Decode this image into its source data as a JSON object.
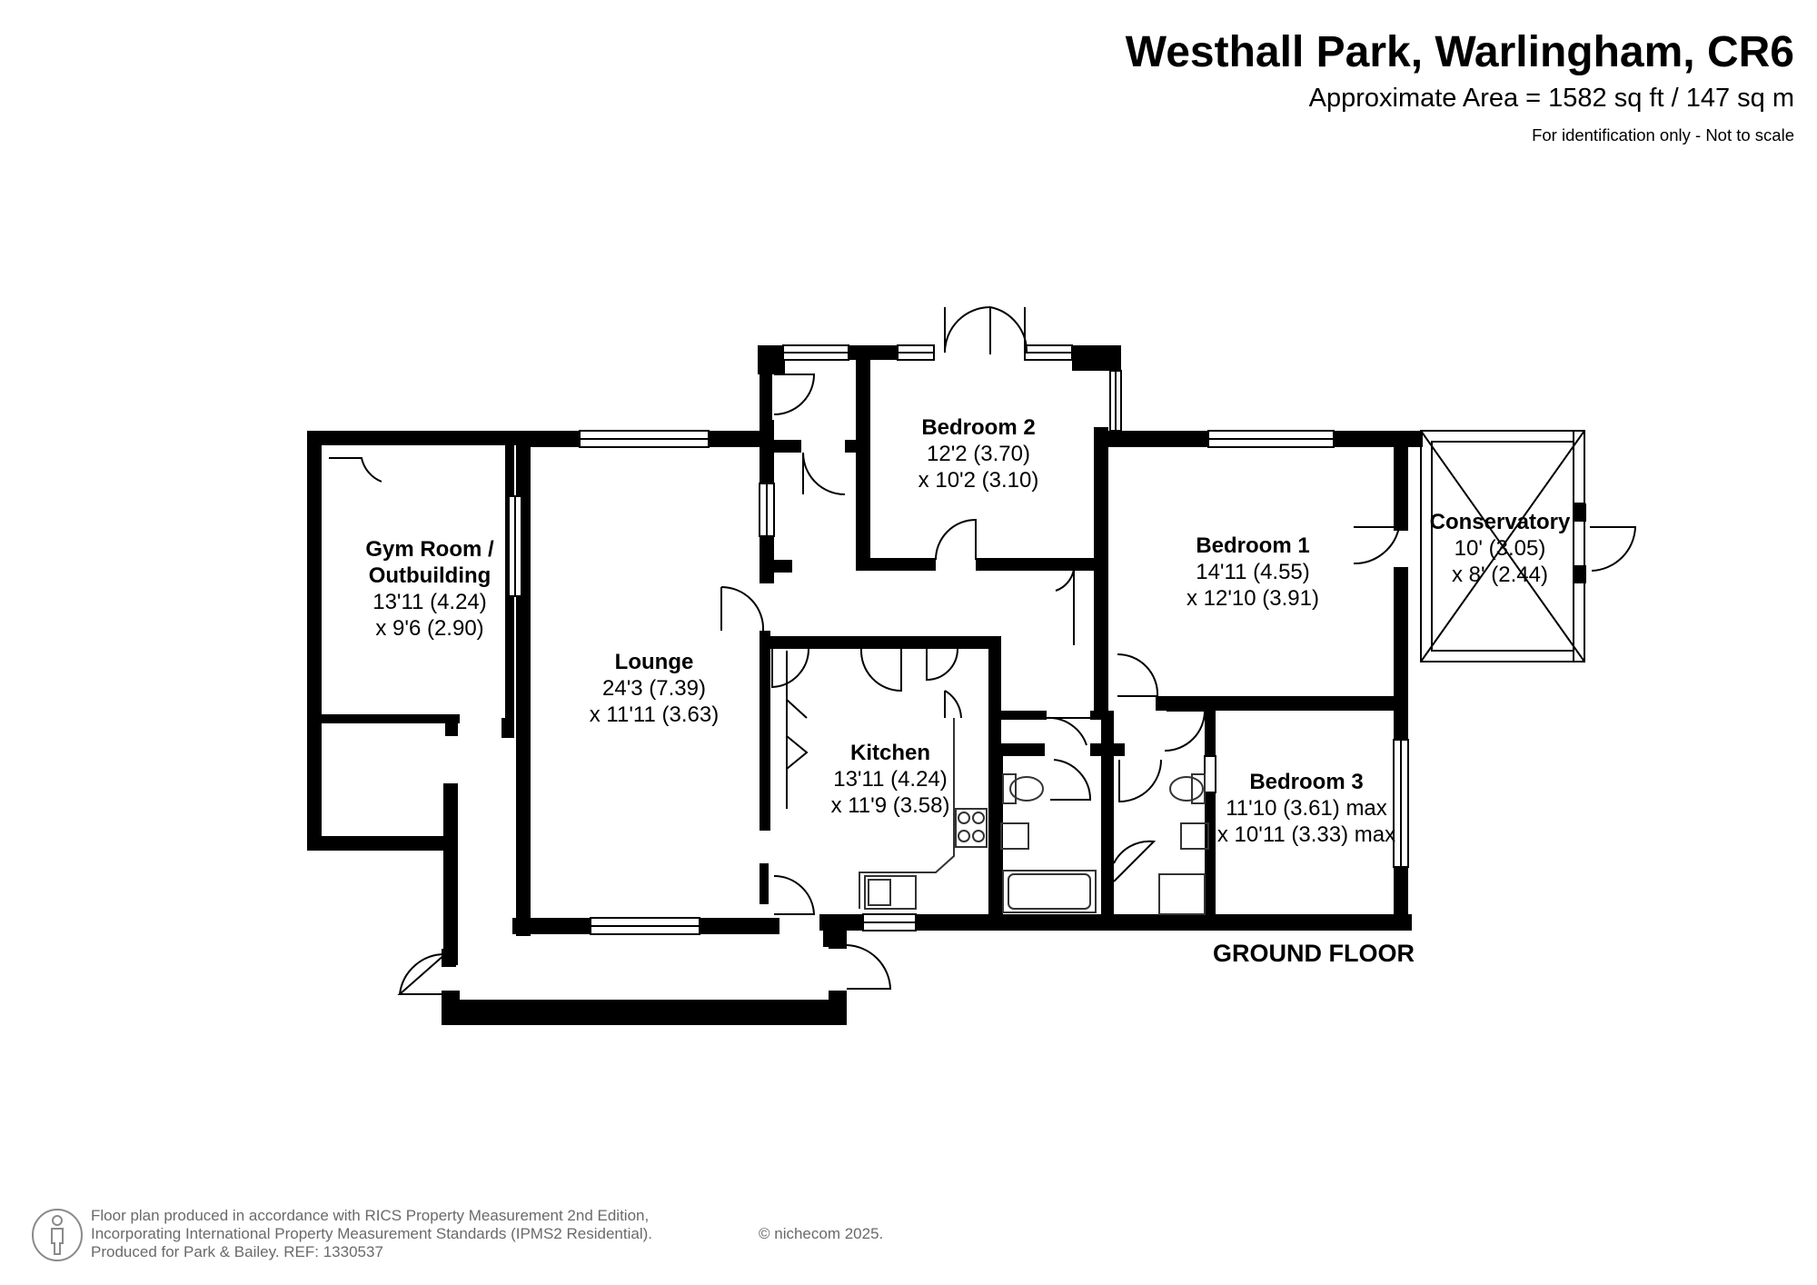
{
  "header": {
    "title": "Westhall Park, Warlingham, CR6",
    "area": "Approximate Area = 1582 sq ft / 147 sq m",
    "disclaimer": "For identification only - Not to scale"
  },
  "rooms": {
    "gym": {
      "name_line1": "Gym Room /",
      "name_line2": "Outbuilding",
      "dim1": "13'11 (4.24)",
      "dim2": "x 9'6 (2.90)"
    },
    "lounge": {
      "name": "Lounge",
      "dim1": "24'3 (7.39)",
      "dim2": "x 11'11 (3.63)"
    },
    "bedroom2": {
      "name": "Bedroom 2",
      "dim1": "12'2 (3.70)",
      "dim2": "x 10'2 (3.10)"
    },
    "bedroom1": {
      "name": "Bedroom 1",
      "dim1": "14'11 (4.55)",
      "dim2": "x 12'10 (3.91)"
    },
    "conservatory": {
      "name": "Conservatory",
      "dim1": "10' (3.05)",
      "dim2": "x 8' (2.44)"
    },
    "kitchen": {
      "name": "Kitchen",
      "dim1": "13'11 (4.24)",
      "dim2": "x 11'9 (3.58)"
    },
    "bedroom3": {
      "name": "Bedroom 3",
      "dim1": "11'10 (3.61) max",
      "dim2": "x 10'11 (3.33) max"
    }
  },
  "floor_label": "GROUND FLOOR",
  "footer": {
    "line1": "Floor plan produced in accordance with RICS Property Measurement 2nd Edition,",
    "line2": "Incorporating International Property Measurement Standards (IPMS2 Residential).",
    "brand": "© nichecom 2025.",
    "line3": "Produced for Park & Bailey.   REF:  1330537"
  },
  "colors": {
    "wall": "#000000",
    "footer_text": "#6a6a6a",
    "fixture": "#555555"
  },
  "icons": {
    "footer_logo": "person-silhouette-icon"
  }
}
